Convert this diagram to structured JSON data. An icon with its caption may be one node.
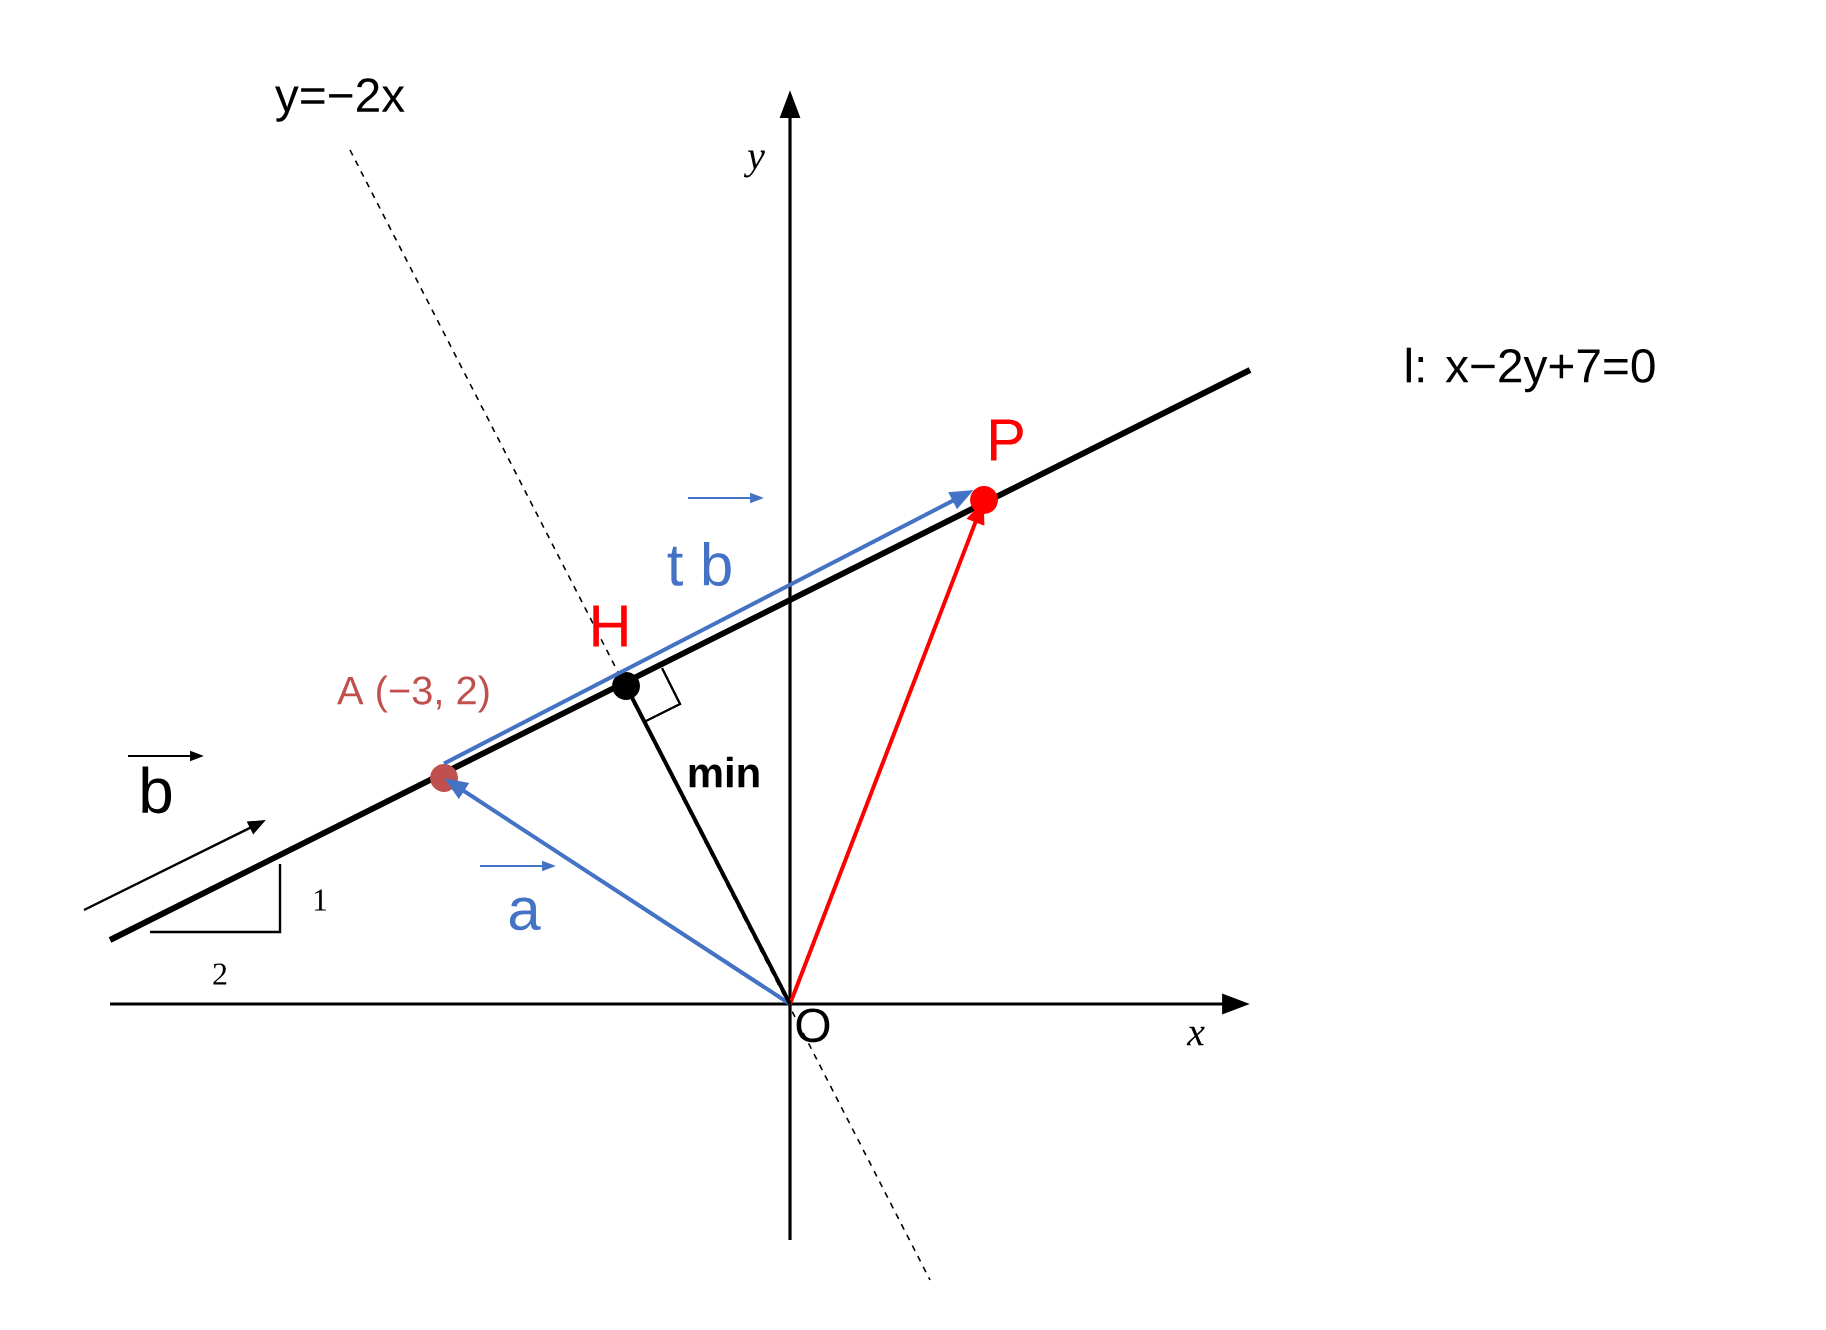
{
  "diagram": {
    "nodes": [
      {
        "text": [
          "O"
        ]
      },
      {
        "text": [],
        "shape": "circle",
        "beside": [
          "A (−3, 2)"
        ]
      },
      {
        "text": [],
        "shape": "circle",
        "beside": [
          "H"
        ]
      },
      {
        "text": [],
        "shape": "circle",
        "beside": [
          "P"
        ]
      }
    ],
    "edges": [
      {
        "from": 0,
        "to": 1,
        "arrow": "to",
        "label": "a",
        "color": "#4472c4"
      },
      {
        "from": 1,
        "to": 3,
        "arrow": "to",
        "label": "t b",
        "color": "#4472c4"
      },
      {
        "from": 0,
        "to": 3,
        "arrow": "to",
        "color": "#ff0000"
      },
      {
        "from": 0,
        "to": 2,
        "arrow": "none",
        "label": "min",
        "color": "#000000"
      }
    ],
    "labels": [
      "y=−2x",
      "l: x−2y+7=0",
      "y",
      "x",
      "1",
      "2",
      "b"
    ]
  }
}
